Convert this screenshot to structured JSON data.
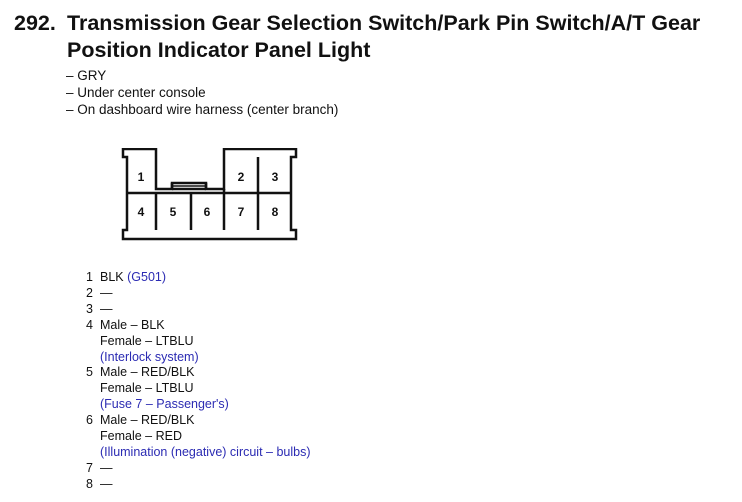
{
  "title": {
    "number": "292.",
    "line1": "Transmission Gear Selection Switch/Park Pin Switch/A/T Gear",
    "line2": "Position Indicator Panel Light"
  },
  "specs": [
    "– GRY",
    "– Under center console",
    "– On dashboard wire harness (center branch)"
  ],
  "connector": {
    "pin_labels": [
      "1",
      "2",
      "3",
      "4",
      "5",
      "6",
      "7",
      "8"
    ]
  },
  "pins": [
    {
      "num": "1",
      "text": "BLK",
      "link": "(G501)"
    },
    {
      "num": "2",
      "text": "—"
    },
    {
      "num": "3",
      "text": "—"
    },
    {
      "num": "4",
      "text": "Male – BLK",
      "line2": "Female – LTBLU",
      "link": "(Interlock system)"
    },
    {
      "num": "5",
      "text": "Male – RED/BLK",
      "line2": "Female – LTBLU",
      "link": "(Fuse 7 – Passenger's)"
    },
    {
      "num": "6",
      "text": "Male – RED/BLK",
      "line2": "Female – RED",
      "link": "(Illumination (negative) circuit – bulbs)"
    },
    {
      "num": "7",
      "text": "—"
    },
    {
      "num": "8",
      "text": "—"
    }
  ],
  "colors": {
    "text": "#111111",
    "link": "#2b2bb3"
  }
}
